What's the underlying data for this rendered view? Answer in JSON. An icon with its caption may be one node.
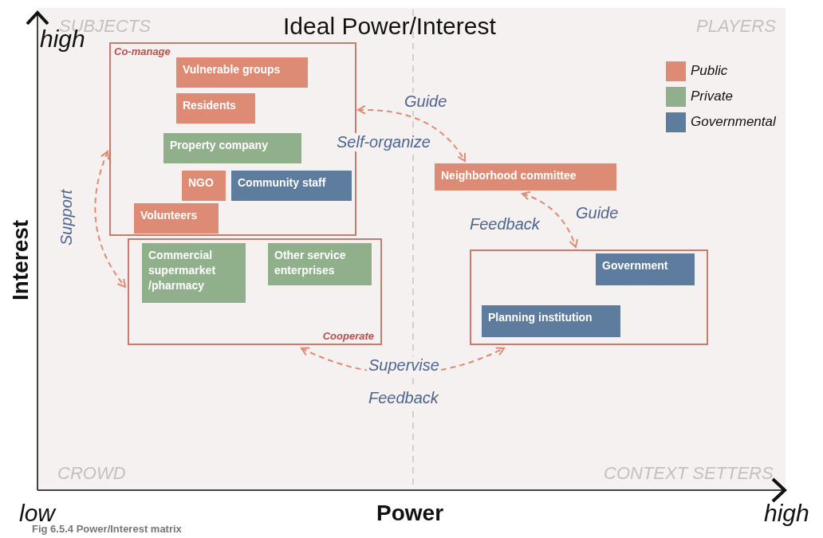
{
  "diagram": {
    "title": "Ideal Power/Interest",
    "caption": "Fig 6.5.4 Power/Interest matrix",
    "nodes": [
      {
        "text": [
          "Co-manage"
        ]
      },
      {
        "text": [
          "Vulnerable groups"
        ],
        "in": 0
      },
      {
        "text": [
          "Residents"
        ],
        "in": 0
      },
      {
        "text": [
          "Property company"
        ],
        "in": 0
      },
      {
        "text": [
          "NGO"
        ],
        "in": 0
      },
      {
        "text": [
          "Community staff"
        ],
        "in": 0
      },
      {
        "text": [
          "Volunteers"
        ],
        "in": 0
      },
      {
        "text": [
          "Cooperate"
        ]
      },
      {
        "text": [
          "Commercial supermarket /pharmacy"
        ],
        "in": 7
      },
      {
        "text": [
          "Other service enterprises"
        ],
        "in": 7
      },
      {
        "text": [
          "Neighborhood committee"
        ]
      },
      {
        "text": [],
        "shape": "box"
      },
      {
        "text": [
          "Government"
        ],
        "in": 11
      },
      {
        "text": [
          "Planning institution"
        ],
        "in": 11
      }
    ],
    "edges": [
      {
        "from": 0,
        "to": 10,
        "arrow": "both",
        "label": "Guide",
        "style": "dashed"
      },
      {
        "from": 0,
        "to": 7,
        "arrow": "both",
        "label": "Support",
        "style": "dashed"
      },
      {
        "from": 10,
        "to": 11,
        "arrow": "both",
        "label": "Guide",
        "style": "dashed"
      },
      {
        "from": 7,
        "to": 11,
        "arrow": "both",
        "label": "Supervise",
        "style": "dashed"
      }
    ],
    "labels": [
      "SUBJECTS",
      "high",
      "PLAYERS",
      "Self-organize",
      "Feedback",
      "Interest",
      "Feedback",
      "CROWD",
      "CONTEXT SETTERS",
      "low",
      "Power",
      "high"
    ],
    "legend": [
      {
        "text": "Public",
        "color": "#dd8b74"
      },
      {
        "text": "Private",
        "color": "#90b08c"
      },
      {
        "text": "Governmental",
        "color": "#5e7c9e"
      }
    ]
  }
}
